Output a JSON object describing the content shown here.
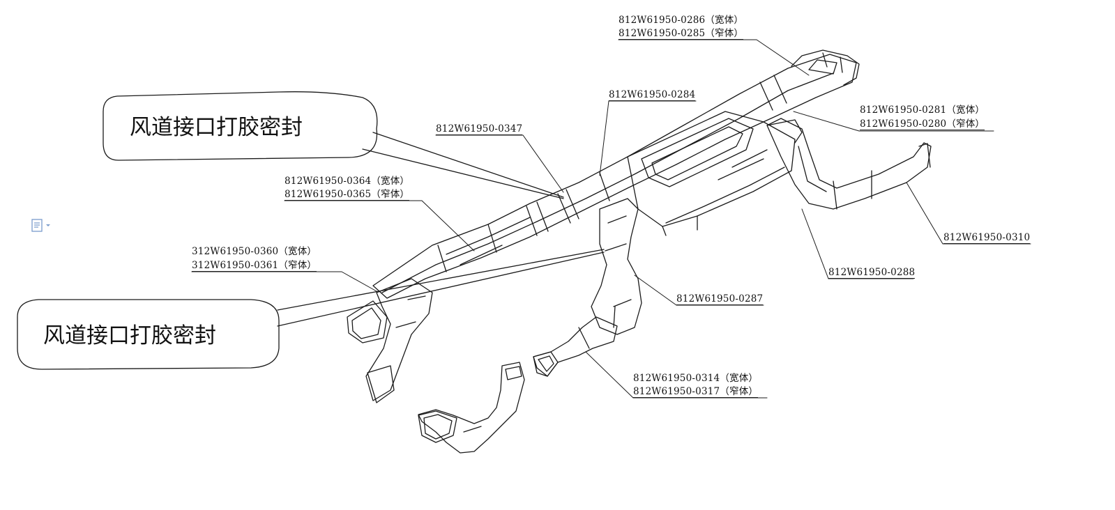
{
  "callouts": {
    "upper": "风道接口打胶密封",
    "lower": "风道接口打胶密封"
  },
  "labels": {
    "p0286": "812W61950-0286（宽体）",
    "p0285": "812W61950-0285（窄体）",
    "p0284": "812W61950-0284",
    "p0281": "812W61950-0281（宽体）",
    "p0280": "812W61950-0280（窄体）",
    "p0347": "812W61950-0347",
    "p0364": "812W61950-0364（宽体）",
    "p0365": "812W61950-0365（窄体）",
    "p0360": "312W61950-0360（宽体）",
    "p0361": "312W61950-0361（窄体）",
    "p0310": "812W61950-0310",
    "p0288": "812W61950-0288",
    "p0287": "812W61950-0287",
    "p0314": "812W61950-0314（宽体）",
    "p0317": "812W61950-0317（窄体）"
  },
  "colors": {
    "line": "#1a1a1a",
    "icon": "#7a9ccc"
  },
  "icons": {
    "document": "document-dropdown-icon"
  }
}
